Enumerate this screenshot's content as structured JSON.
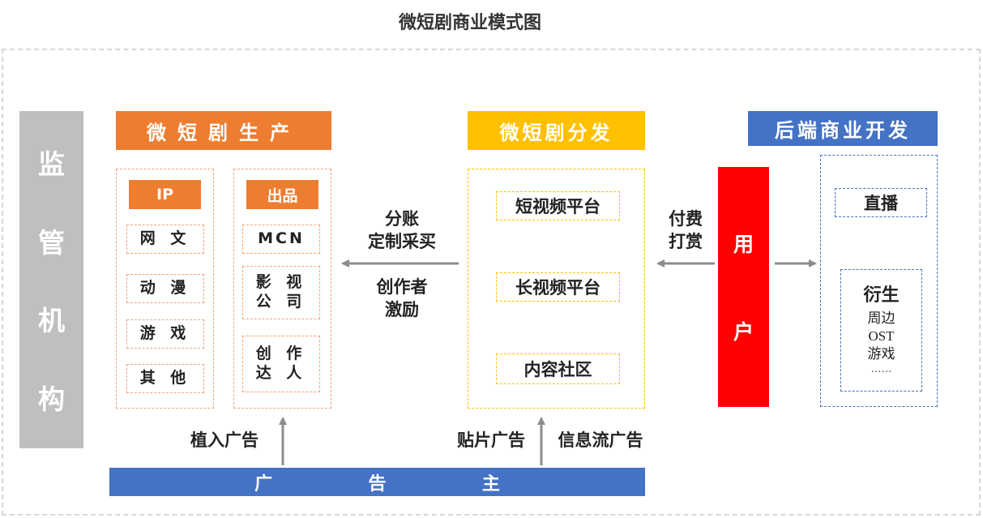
{
  "title": "微短剧商业模式图",
  "supervisor": [
    "监",
    "管",
    "机",
    "构"
  ],
  "production": {
    "header": "微短剧生产",
    "ip": {
      "tag": "IP",
      "items": [
        "网 文",
        "动 漫",
        "游 戏",
        "其 他"
      ]
    },
    "output": {
      "tag": "出品",
      "items": [
        "MCN",
        "影 视\n公 司",
        "创 作\n达 人"
      ]
    }
  },
  "distribution": {
    "header": "微短剧分发",
    "items": [
      "短视频平台",
      "长视频平台",
      "内容社区"
    ]
  },
  "backend": {
    "header": "后端商业开发",
    "live": "直播",
    "derivative": {
      "title": "衍生",
      "items": [
        "周边",
        "OST",
        "游戏",
        "……"
      ]
    }
  },
  "user": [
    "用",
    "户"
  ],
  "flows": {
    "dist_to_prod": [
      "分账",
      "定制采买"
    ],
    "incentive": [
      "创作者",
      "激励"
    ],
    "user_to_dist": [
      "付费",
      "打赏"
    ],
    "product_placement": "植入广告",
    "patch_ads": "贴片广告",
    "feed_ads": "信息流广告"
  },
  "advertiser": [
    "广",
    "告",
    "主"
  ],
  "colors": {
    "orange": "#ed7d31",
    "yellow": "#ffc000",
    "blue": "#4472c4",
    "red": "#ff0000",
    "gray": "#bfbfbf",
    "arrow": "#8c8c8c"
  }
}
